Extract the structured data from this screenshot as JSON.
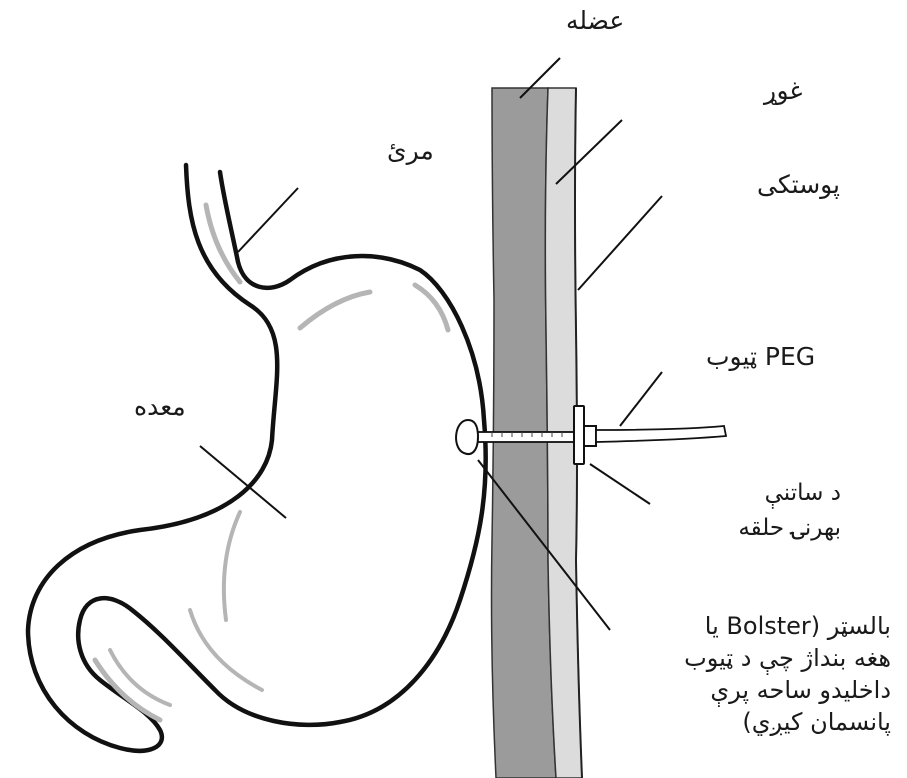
{
  "labels": {
    "muscle": "عضله",
    "fat": "غوړ",
    "skin": "پوستکی",
    "esophagus": "مرئ",
    "stomach": "معده",
    "peg_tube": "PEG ټیوب",
    "external_ring": [
      "د ساتنې",
      "بهرنۍ حلقه"
    ],
    "bolster": [
      "بالسټر (Bolster یا",
      "هغه بنداژ چې د ټیوب",
      "داخلیدو ساحه پرې",
      "پانسمان کيږي)"
    ]
  },
  "colors": {
    "outline": "#111111",
    "muscle": "#9b9b9b",
    "fat": "#dcdcdc",
    "inner_shading": "#b5b5b5"
  }
}
